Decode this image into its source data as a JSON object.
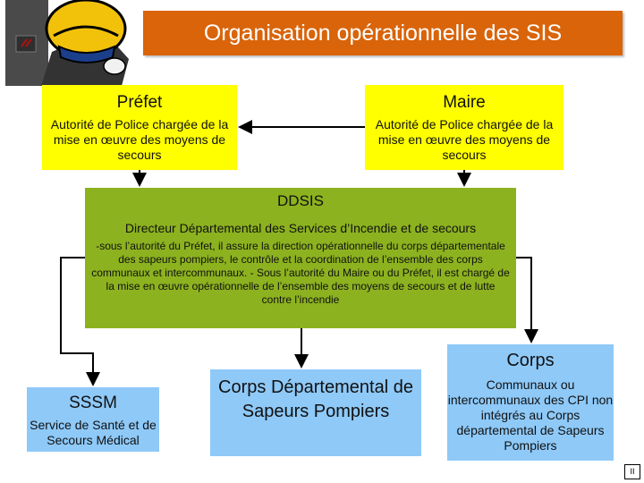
{
  "title": "Organisation opérationnelle des SIS",
  "colors": {
    "title_banner": "#d9640a",
    "authority_boxes": "#ffff00",
    "ddsis_box": "#8cb21f",
    "service_boxes": "#8ec9f8"
  },
  "prefet": {
    "title": "Préfet",
    "description": "Autorité de Police chargée de la mise en œuvre des moyens de secours"
  },
  "maire": {
    "title": "Maire",
    "description": "Autorité de Police chargée de la mise en œuvre des moyens de secours"
  },
  "ddsis": {
    "title": "DDSIS",
    "subtitle": "Directeur Départemental des Services d’Incendie et de secours",
    "body": "-sous l’autorité du Préfet, il assure la direction opérationnelle du corps départementale des sapeurs pompiers, le contrôle et la coordination de l’ensemble des corps communaux et intercommunaux. - Sous l’autorité du Maire ou du Préfet, il est chargé de la mise en œuvre opérationnelle de l’ensemble des moyens de secours et de lutte contre l’incendie"
  },
  "sssm": {
    "title": "SSSM",
    "description": "Service de Santé et de Secours Médical"
  },
  "cdsp": {
    "title": "Corps Départemental de Sapeurs Pompiers"
  },
  "corps": {
    "title": "Corps",
    "description": "Communaux ou intercommunaux des CPI non intégrés au Corps départemental de Sapeurs Pompiers"
  },
  "page_number": "II",
  "decorations": {
    "logo_icon": "firefighter-helmet-icon"
  }
}
